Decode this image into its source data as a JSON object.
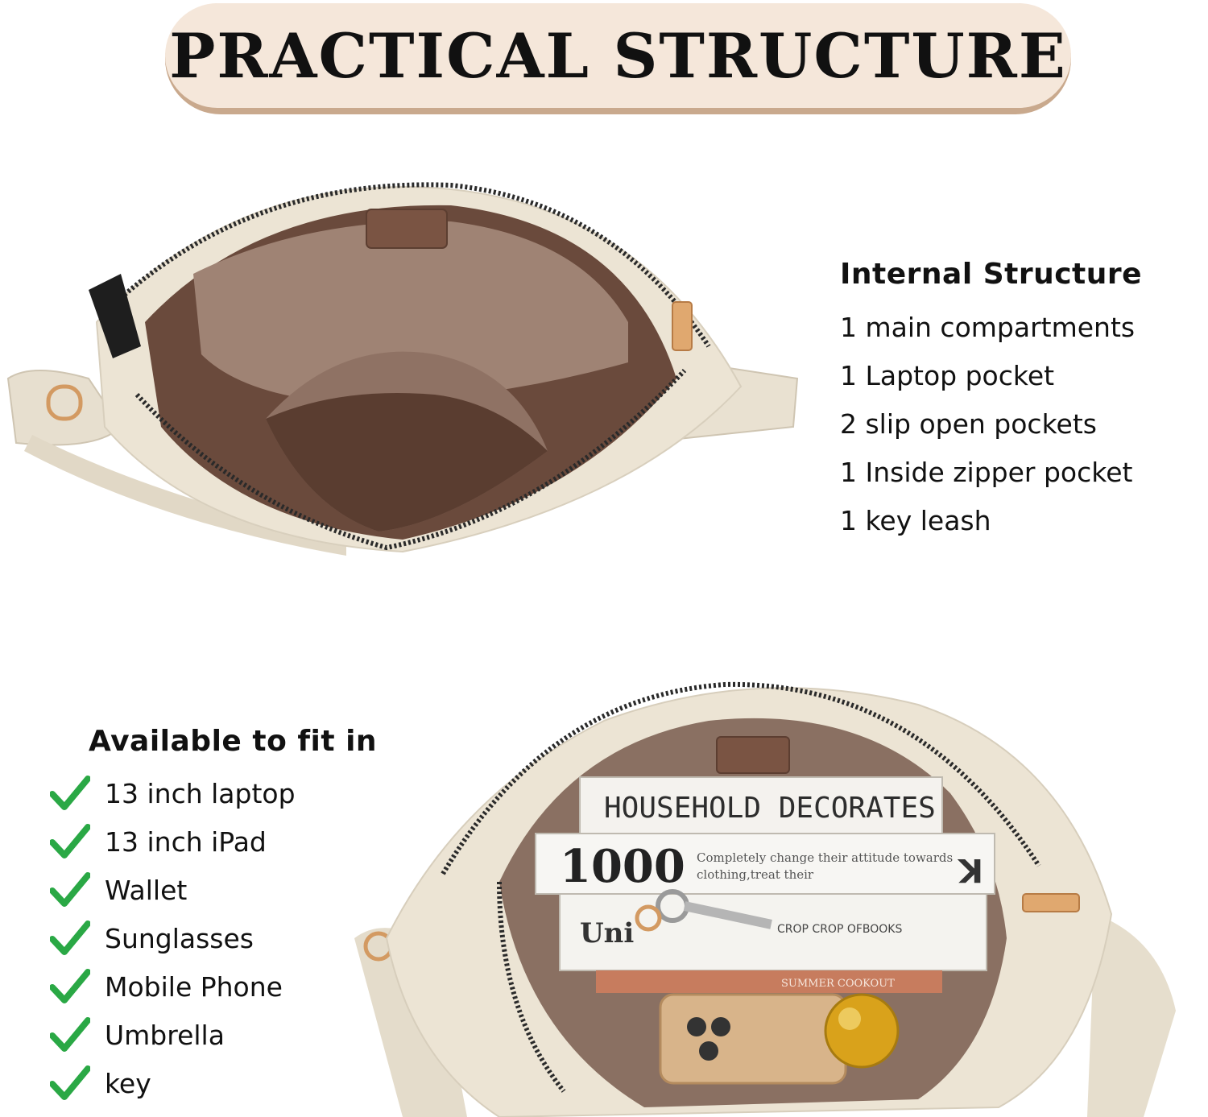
{
  "banner": {
    "title": "PRACTICAL STRUCTURE"
  },
  "internal": {
    "title": "Internal Structure",
    "items": [
      "1 main compartments",
      "1 Laptop pocket",
      "2 slip open pockets",
      "1 Inside zipper pocket",
      "1 key leash"
    ]
  },
  "fit": {
    "title": "Available to fit in",
    "check_icon": "green-check-icon",
    "items": [
      "13 inch laptop",
      "13 inch iPad",
      "Wallet",
      "Sunglasses",
      "Mobile Phone",
      "Umbrella",
      "key"
    ]
  },
  "photo_bottom": {
    "book_1": "HOUSEHOLD DECORATES",
    "book_2_number": "1000",
    "book_2_text_1": "Completely change their attitude towards",
    "book_2_text_2": "clothing,treat their",
    "book_2_letter": "K",
    "book_3_brand": "Uni",
    "book_3_text": "CROP CROP OFBOOKS",
    "book_4_text": "SUMMER COOKOUT"
  },
  "colors": {
    "banner_fill": "#f5e7da",
    "banner_shadow": "#c9a98d",
    "bag_cream": "#ebe3d3",
    "lining_brown": "#6e4e3f",
    "check_green": "#2aa845"
  }
}
